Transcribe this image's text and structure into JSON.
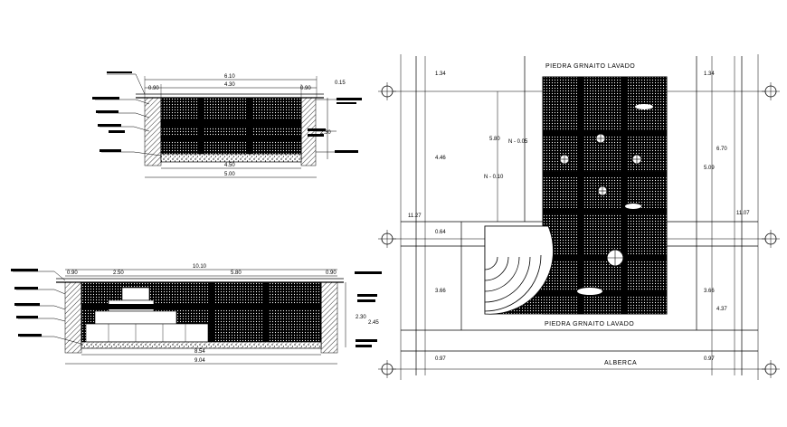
{
  "section1": {
    "dims_top": [
      "6.10",
      "4.30",
      "0.90",
      "0.90",
      "0.15"
    ],
    "dims_right": "2.30",
    "dims_bottom": [
      "4.50",
      "5.00"
    ]
  },
  "section2": {
    "dims_top": [
      "10.10",
      "0.90",
      "2.50",
      "5.80",
      "0.90"
    ],
    "dims_right": [
      "2.30",
      "2.45"
    ],
    "dims_bottom": [
      "8.54",
      "9.04"
    ]
  },
  "plan": {
    "title_top": "PIEDRA GRNAITO LAVADO",
    "title_mid": "PIEDRA GRNAITO LAVADO",
    "title_bottom": "ALBERCA",
    "level1": "N - 0.05",
    "level2": "N - 0.10",
    "dims_left": [
      "1.34",
      "4.46",
      "0.64",
      "3.66",
      "0.97"
    ],
    "dim_left_total": "11.27",
    "dim_inner": "5.80",
    "dims_right": [
      "1.34",
      "5.09",
      "3.66",
      "0.97"
    ],
    "dims_right_b": [
      "6.70",
      "4.37"
    ],
    "dim_right_total": "11.07"
  },
  "colors": {
    "ink": "#000000",
    "paper": "#ffffff"
  }
}
